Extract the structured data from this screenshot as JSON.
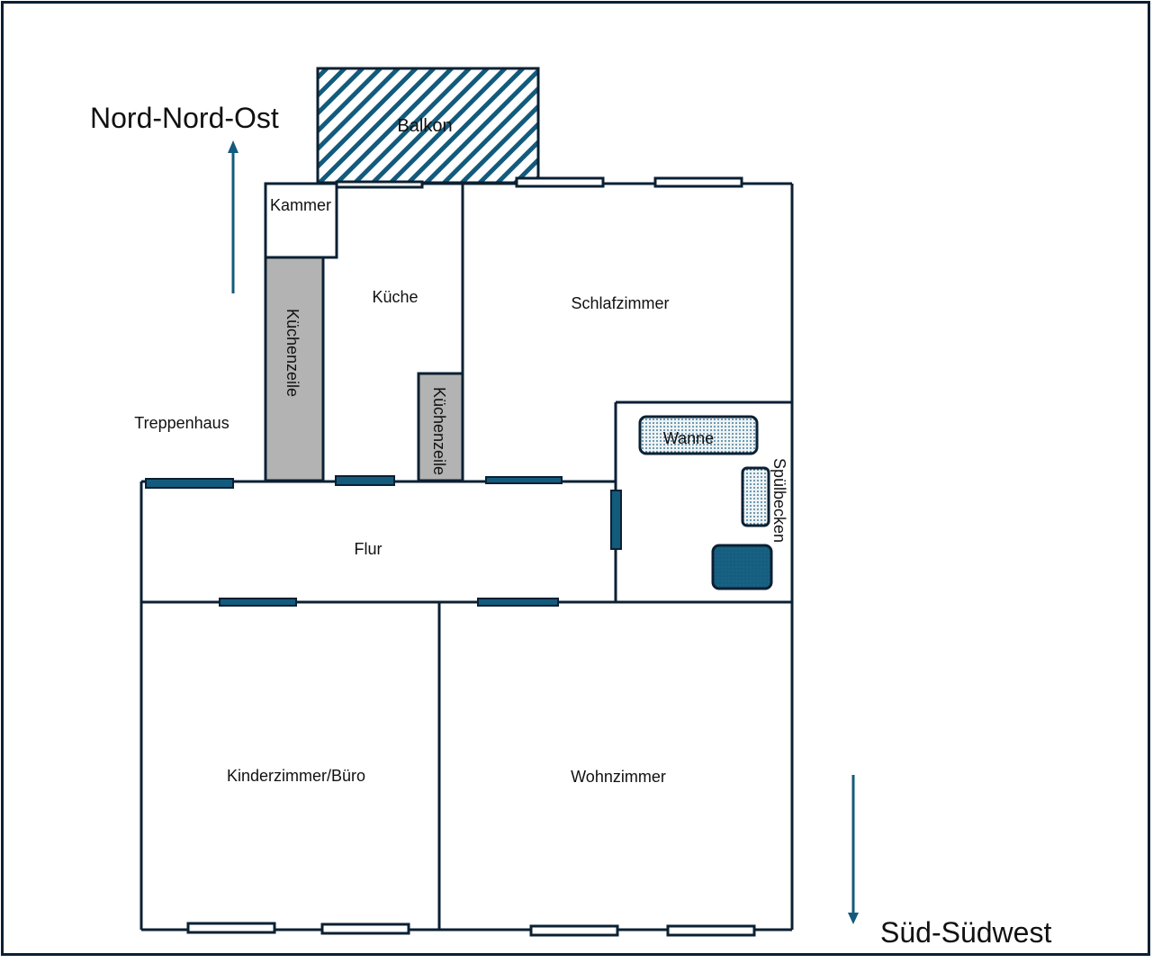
{
  "colors": {
    "wall": "#0b2033",
    "accent": "#135b7d",
    "counter_fill": "#b3b3b3",
    "fixture_fill": "#e4edf2",
    "background": "#ffffff"
  },
  "compass": {
    "north_label": "Nord-Nord-Ost",
    "south_label": "Süd-Südwest"
  },
  "rooms": {
    "balkon": "Balkon",
    "kammer": "Kammer",
    "kueche": "Küche",
    "kuechenzeile_1": "Küchenzeile",
    "kuechenzeile_2": "Küchenzeile",
    "schlafzimmer": "Schlafzimmer",
    "treppenhaus": "Treppenhaus",
    "flur": "Flur",
    "kinderzimmer": "Kinderzimmer/Büro",
    "wohnzimmer": "Wohnzimmer"
  },
  "fixtures": {
    "wanne": "Wanne",
    "spuelbecken": "Spülbecken"
  }
}
